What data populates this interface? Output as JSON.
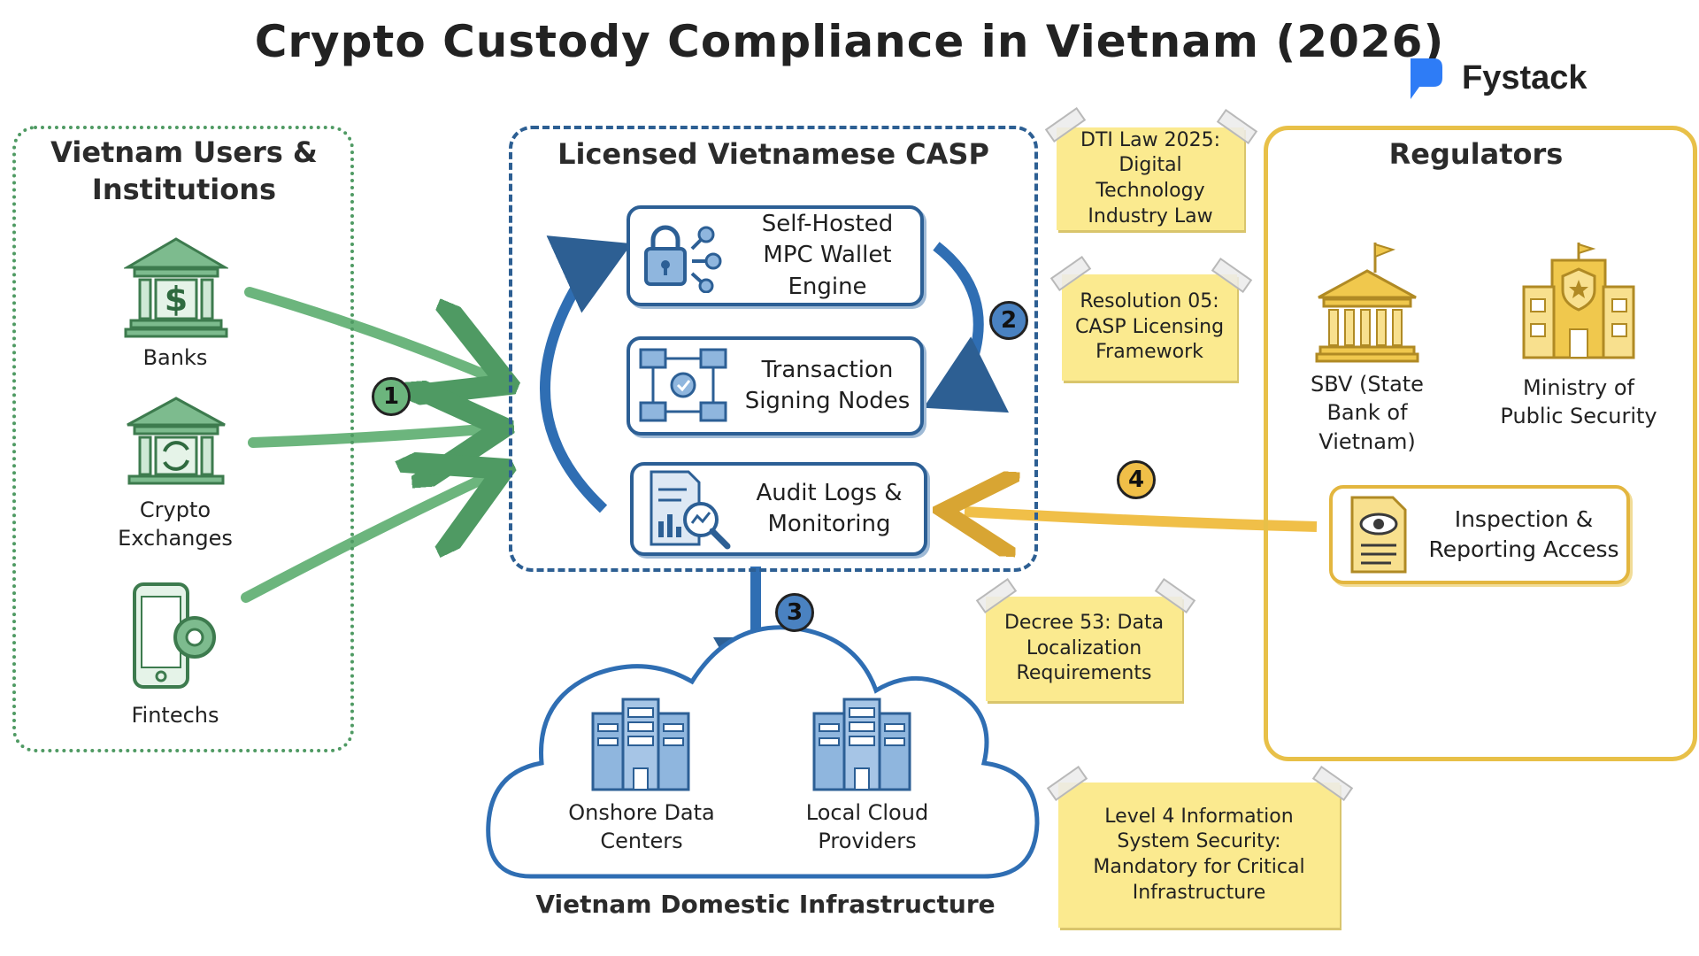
{
  "title": "Crypto Custody Compliance in Vietnam (2026)",
  "brand": {
    "name": "Fystack",
    "color": "#2e7cf6"
  },
  "colors": {
    "users": "#4f9a63",
    "casp": "#2d5f93",
    "regulators": "#e8c048",
    "note": "#fbea8f"
  },
  "users": {
    "title": "Vietnam Users & Institutions",
    "items": [
      {
        "label": "Banks",
        "icon": "bank-icon"
      },
      {
        "label": "Crypto Exchanges",
        "icon": "exchange-icon"
      },
      {
        "label": "Fintechs",
        "icon": "phone-gear-icon"
      }
    ]
  },
  "casp": {
    "title": "Licensed Vietnamese CASP",
    "components": [
      {
        "label": "Self-Hosted MPC Wallet Engine",
        "icon": "lock-keys-icon"
      },
      {
        "label": "Transaction Signing Nodes",
        "icon": "network-nodes-icon"
      },
      {
        "label": "Audit Logs & Monitoring",
        "icon": "audit-search-icon"
      }
    ]
  },
  "regulators": {
    "title": "Regulators",
    "items": [
      {
        "label": "SBV (State Bank of Vietnam)",
        "icon": "government-building-icon"
      },
      {
        "label": "Ministry of Public Security",
        "icon": "police-building-icon"
      }
    ],
    "access_label": "Inspection & Reporting Access"
  },
  "infrastructure": {
    "title": "Vietnam Domestic Infrastructure",
    "items": [
      {
        "label": "Onshore Data Centers",
        "icon": "server-building-icon"
      },
      {
        "label": "Local Cloud Providers",
        "icon": "server-building-icon"
      }
    ]
  },
  "notes": [
    "DTI Law 2025: Digital Technology Industry Law",
    "Resolution 05: CASP Licensing Framework",
    "Decree 53: Data Localization Requirements",
    "Level 4 Information System Security: Mandatory for Critical Infrastructure"
  ],
  "steps": [
    "1",
    "2",
    "3",
    "4"
  ]
}
